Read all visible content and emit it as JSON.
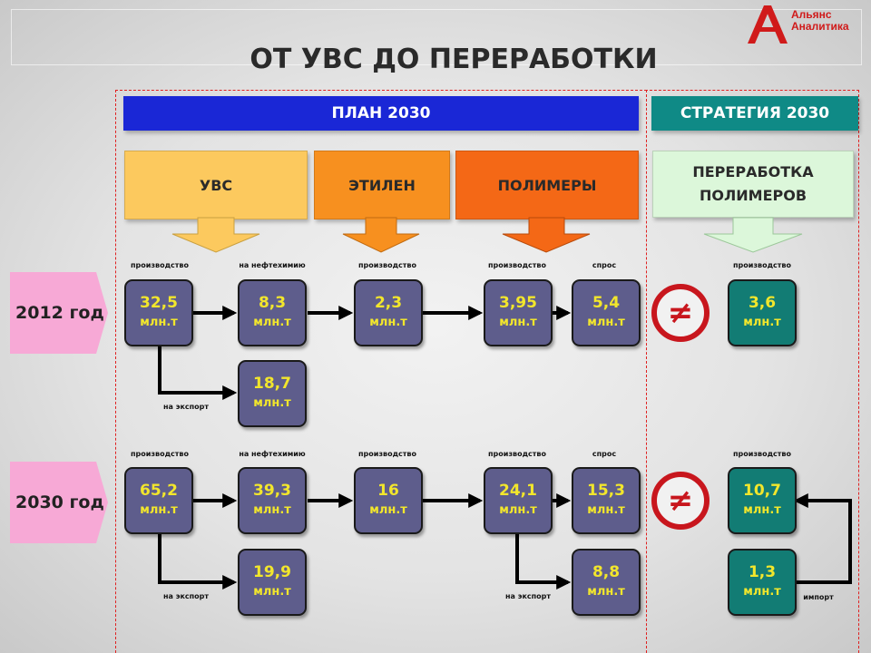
{
  "title": "ОТ УВС ДО ПЕРЕРАБОТКИ",
  "logo": {
    "line1": "Альянс",
    "line2": "Аналитика"
  },
  "bands": {
    "plan": "ПЛАН 2030",
    "strategy": "СТРАТЕГИЯ 2030"
  },
  "headers": {
    "uvs": "УВС",
    "ethylene": "ЭТИЛЕН",
    "polymers": "ПОЛИМЕРЫ",
    "processing": "ПЕРЕРАБОТКА ПОЛИМЕРОВ"
  },
  "years": {
    "y2012": "2012 год",
    "y2030": "2030 год"
  },
  "labels": {
    "production": "производство",
    "to_petrochem": "на нефтехимию",
    "demand": "спрос",
    "export": "на экспорт",
    "import": "импорт"
  },
  "unit": "млн.т",
  "neq_symbol": "≠",
  "row2012": {
    "uvs_production": "32,5",
    "uvs_to_petrochem": "8,3",
    "uvs_export": "18,7",
    "ethylene_production": "2,3",
    "polymers_production": "3,95",
    "polymers_demand": "5,4",
    "processing_production": "3,6"
  },
  "row2030": {
    "uvs_production": "65,2",
    "uvs_to_petrochem": "39,3",
    "uvs_export": "19,9",
    "ethylene_production": "16",
    "polymers_production": "24,1",
    "polymers_demand": "15,3",
    "polymers_export": "8,8",
    "processing_production": "10,7",
    "processing_import": "1,3"
  },
  "colors": {
    "plan_band": "#1a27d6",
    "strategy_band": "#0f8a86",
    "uvs_header": "#fcc95e",
    "ethylene_header": "#f7901f",
    "polymers_header": "#f46816",
    "processing_header": "#dcf7da",
    "box_purple": "#5e5d8c",
    "box_teal": "#127c74",
    "value_text": "#f2e62c",
    "year_tag": "#f7a9d6",
    "neq_red": "#c8161d"
  }
}
